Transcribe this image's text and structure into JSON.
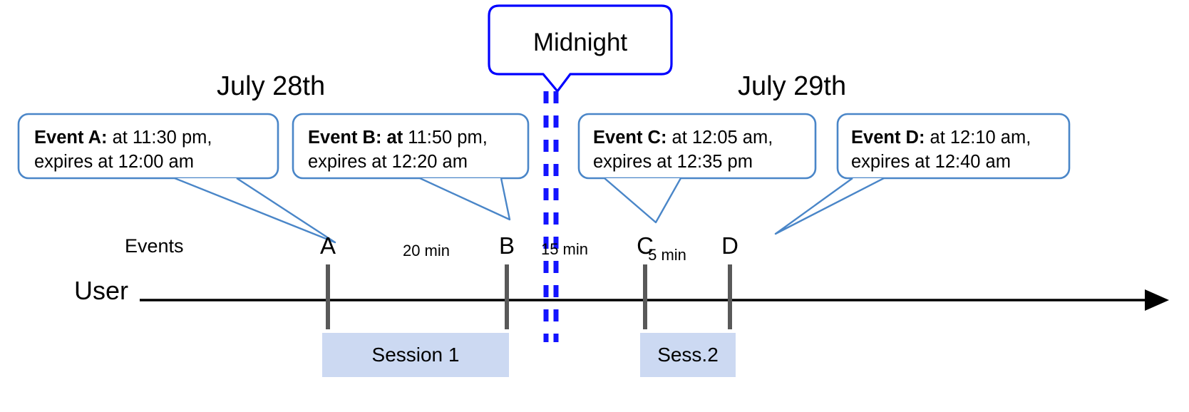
{
  "diagram": {
    "title": "Event expiry across midnight session timeline",
    "colors": {
      "callout_border": "#4a86c8",
      "midnight_border": "#0000ff",
      "midnight_dash": "#1414ff",
      "session_fill": "#ccd9f2",
      "axis": "#000000",
      "tick": "#595959",
      "leader": "#4a86c8"
    }
  },
  "days": [
    {
      "label": "July 28th"
    },
    {
      "label": "July 29th"
    }
  ],
  "midnight": {
    "label": "Midnight"
  },
  "callouts": [
    {
      "id": "event-a",
      "bold": "Event A:",
      "line1_rest": " at 11:30 pm,",
      "line2": "expires at 12:00 am"
    },
    {
      "id": "event-b",
      "bold": "Event B: at",
      "line1_rest": " 11:50 pm,",
      "line2": "expires at 12:20 am"
    },
    {
      "id": "event-c",
      "bold": "Event C:",
      "line1_rest": " at 12:05 am,",
      "line2": "expires at 12:35 pm"
    },
    {
      "id": "event-d",
      "bold": "Event D:",
      "line1_rest": "  at 12:10 am,",
      "line2": "expires at 12:40 am"
    }
  ],
  "timeline": {
    "row_labels": {
      "events": "Events",
      "user": "User"
    },
    "ticks": [
      {
        "id": "tick-a",
        "label": "A"
      },
      {
        "id": "tick-b",
        "label": "B"
      },
      {
        "id": "tick-c",
        "label": "C"
      },
      {
        "id": "tick-d",
        "label": "D"
      }
    ],
    "gaps": [
      {
        "id": "gap-ab",
        "label": "20 min"
      },
      {
        "id": "gap-bc",
        "label": "15 min"
      },
      {
        "id": "gap-cd",
        "label": "5 min"
      }
    ]
  },
  "sessions": [
    {
      "id": "session-1",
      "label": "Session 1"
    },
    {
      "id": "session-2",
      "label": "Sess.2"
    }
  ]
}
